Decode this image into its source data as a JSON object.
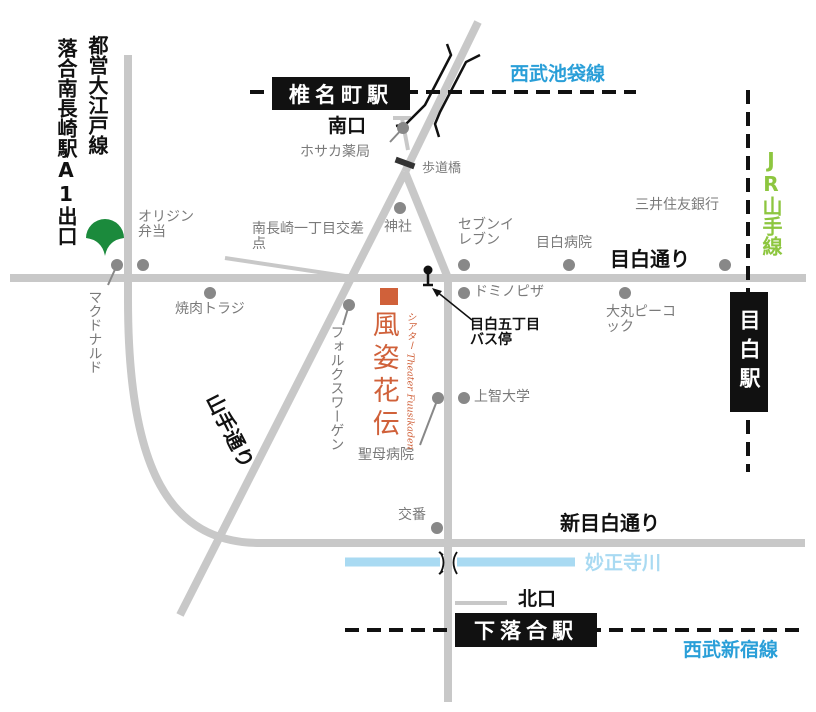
{
  "lines": {
    "seibu_ikebukuro": "西武池袋線",
    "seibu_shinjuku": "西武新宿線",
    "jr_yamanote": "JR山手線",
    "toei_oedo": "都営大江戸線"
  },
  "stations": {
    "shiinamachi": "椎名町駅",
    "shimoochiai": "下落合駅",
    "mejiro": "目白駅",
    "ochiai_minami_nagasaki": "落合南長崎駅A1出口"
  },
  "exits": {
    "south": "南口",
    "north": "北口"
  },
  "roads": {
    "mejiro_dori": "目白通り",
    "shin_mejiro_dori": "新目白通り",
    "yamate_dori": "山手通り",
    "river": "妙正寺川"
  },
  "landmarks": {
    "hosaka": "ホサカ薬局",
    "footbridge": "歩道橋",
    "mitsui": "三井住友銀行",
    "origin": "オリジン弁当",
    "intersection": "南長崎一丁目交差点",
    "shrine": "神社",
    "seven": "セブンイレブン",
    "mejiro_hospital": "目白病院",
    "mcdonalds": "マクドナルド",
    "yakiniku": "焼肉トラジ",
    "dominos": "ドミノピザ",
    "daimaru": "大丸ピーコック",
    "bus_stop": "目白五丁目バス停",
    "vw": "フォルクスワーゲン",
    "seibo": "聖母病院",
    "sophia": "上智大学",
    "koban": "交番"
  },
  "theater": {
    "name": "風姿花伝",
    "subtitle": "シアター Theater Fuusikaden",
    "color": "#d0613a"
  },
  "colors": {
    "road": "#c8c8c8",
    "river": "#a9daf2",
    "seibu": "#2a9fd8",
    "jr": "#8dc63f",
    "toei": "#1b8a3c"
  }
}
